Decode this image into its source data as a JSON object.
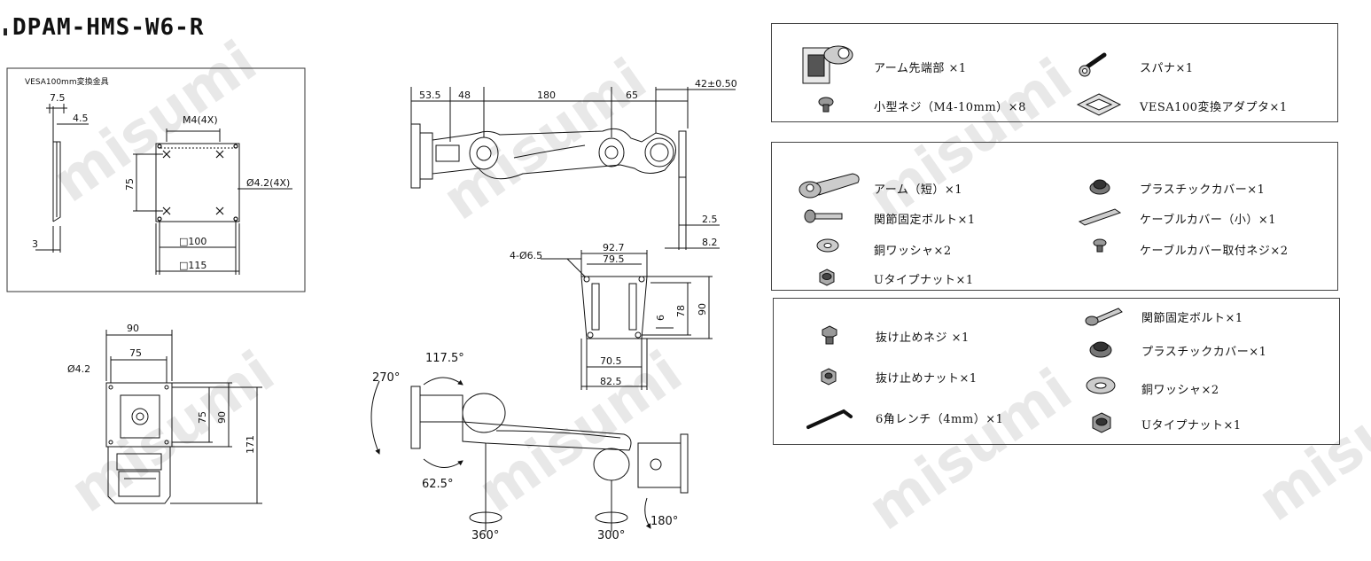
{
  "title": "DPAM-HMS-W6-R",
  "vesa_panel": {
    "label": "VESA100mm変換金具",
    "dims": [
      "7.5",
      "4.5",
      "3",
      "M4(4X)",
      "75",
      "Ø4.2(4X)",
      "□100",
      "□115"
    ]
  },
  "arm_top_dims": [
    "53.5",
    "48",
    "180",
    "65",
    "42±0.50",
    "2.5",
    "8.2"
  ],
  "bracket_dims": [
    "4-Ø6.5",
    "92.7",
    "79.5",
    "78",
    "90",
    "6",
    "70.5",
    "82.5"
  ],
  "base_dims": [
    "90",
    "75",
    "Ø4.2",
    "75",
    "90",
    "171"
  ],
  "angles": [
    "270°",
    "117.5°",
    "62.5°",
    "360°",
    "300°",
    "180°"
  ],
  "parts_group1": [
    {
      "label": "アーム先端部 ×1",
      "icon": "arm-tip-icon"
    },
    {
      "label": "スパナ×1",
      "icon": "spanner-icon"
    },
    {
      "label": "小型ネジ（M4-10mm）×8",
      "icon": "small-screw-icon"
    },
    {
      "label": "VESA100変換アダプタ×1",
      "icon": "vesa-adapter-icon"
    }
  ],
  "parts_group2": [
    {
      "label": "アーム（短）×1",
      "icon": "short-arm-icon"
    },
    {
      "label": "プラスチックカバー×1",
      "icon": "plastic-cover-icon"
    },
    {
      "label": "関節固定ボルト×1",
      "icon": "joint-bolt-icon"
    },
    {
      "label": "ケーブルカバー（小）×1",
      "icon": "cable-cover-icon"
    },
    {
      "label": "銅ワッシャ×2",
      "icon": "washer-icon"
    },
    {
      "label": "ケーブルカバー取付ネジ×2",
      "icon": "cable-cover-screw-icon"
    },
    {
      "label": "Uタイプナット×1",
      "icon": "u-nut-icon"
    }
  ],
  "parts_group3": [
    {
      "label": "関節固定ボルト×1",
      "icon": "joint-bolt-icon"
    },
    {
      "label": "抜け止めネジ ×1",
      "icon": "stop-screw-icon"
    },
    {
      "label": "プラスチックカバー×1",
      "icon": "plastic-cover-icon"
    },
    {
      "label": "抜け止めナット×1",
      "icon": "stop-nut-icon"
    },
    {
      "label": "銅ワッシャ×2",
      "icon": "washer-icon"
    },
    {
      "label": "6角レンチ（4mm）×1",
      "icon": "hex-wrench-icon"
    },
    {
      "label": "Uタイプナット×1",
      "icon": "u-nut-icon"
    }
  ],
  "watermark": "misumi",
  "colors": {
    "line": "#111111",
    "border": "#444444",
    "watermark": "#e8e8e8"
  }
}
